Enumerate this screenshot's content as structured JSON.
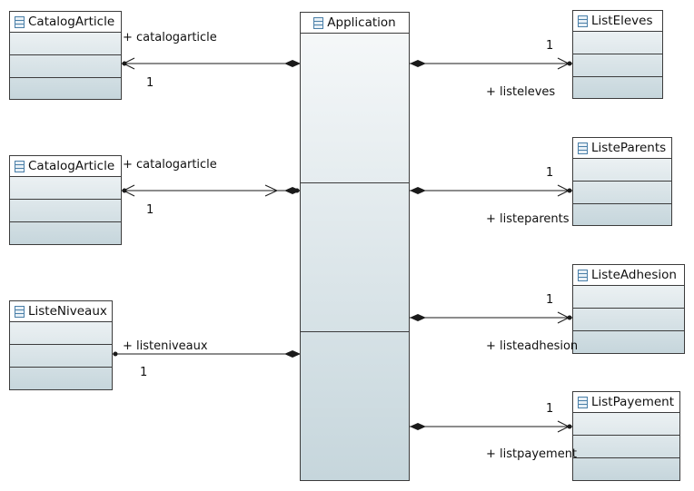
{
  "classes": {
    "application": "Application",
    "catalog_article_1": "CatalogArticle",
    "catalog_article_2": "CatalogArticle",
    "liste_niveaux": "ListeNiveaux",
    "list_eleves": "ListEleves",
    "liste_parents": "ListeParents",
    "liste_adhesion": "ListeAdhesion",
    "list_payement": "ListPayement"
  },
  "associations": {
    "catalogarticle_1": {
      "role": "+ catalogarticle",
      "multiplicity": "1"
    },
    "catalogarticle_2": {
      "role": "+ catalogarticle",
      "multiplicity": "1"
    },
    "listeniveaux": {
      "role": "+ listeniveaux",
      "multiplicity": "1"
    },
    "listeleves": {
      "role": "+ listeleves",
      "multiplicity": "1"
    },
    "listeparents": {
      "role": "+ listeparents",
      "multiplicity": "1"
    },
    "listeadhesion": {
      "role": "+ listeadhesion",
      "multiplicity": "1"
    },
    "listpayement": {
      "role": "+ listpayement",
      "multiplicity": "1"
    }
  },
  "colors": {
    "border": "#3c3c3c",
    "header": "#ffffff",
    "gradient_top": "#f7f9fa",
    "gradient_bottom": "#c6d6dc",
    "icon": "#4a7fa8"
  }
}
